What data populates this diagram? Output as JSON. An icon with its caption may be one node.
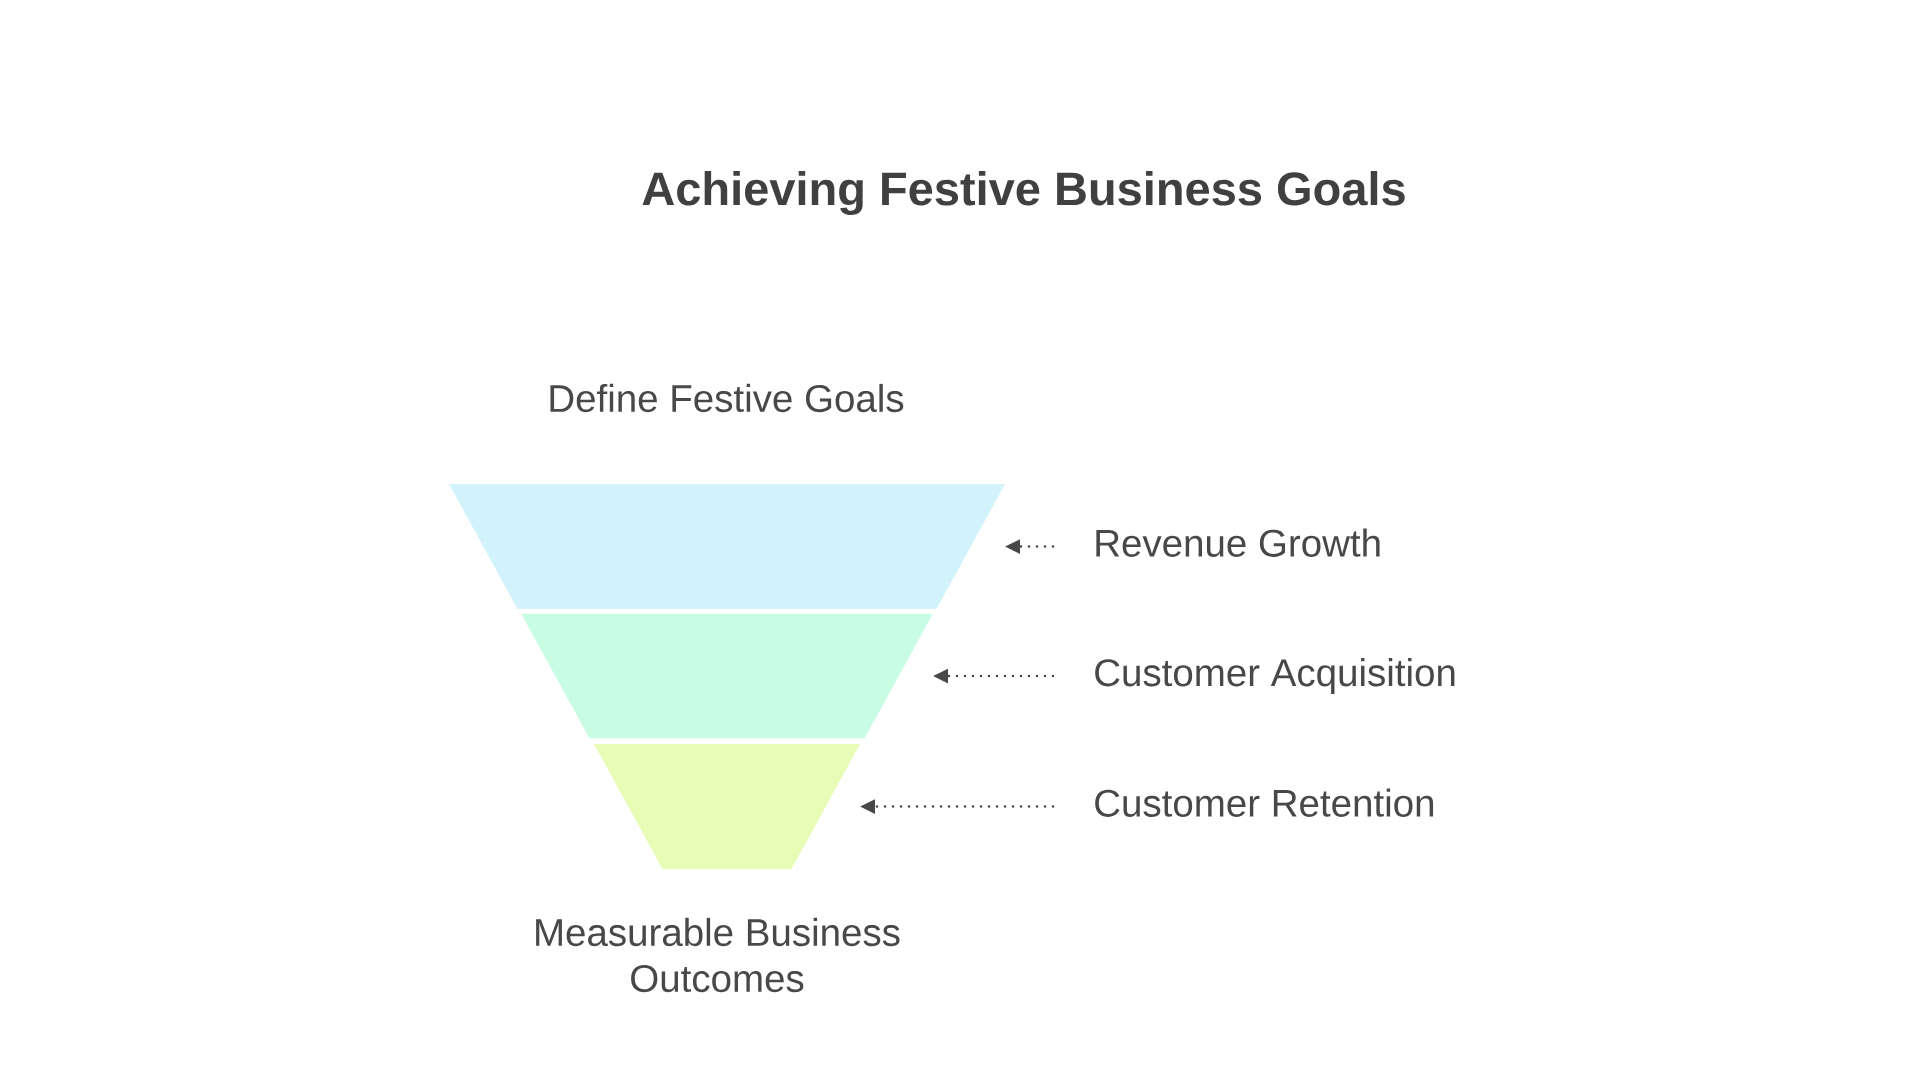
{
  "diagram": {
    "title": "Achieving Festive Business Goals",
    "nodes": [
      {
        "text": [],
        "shape": "trapezoid"
      },
      {
        "text": [],
        "shape": "trapezoid"
      },
      {
        "text": [],
        "shape": "trapezoid"
      },
      {
        "text": [
          "Revenue Growth"
        ]
      },
      {
        "text": [
          "Customer Acquisition"
        ]
      },
      {
        "text": [
          "Customer Retention"
        ]
      }
    ],
    "edges": [
      {
        "from": 3,
        "to": 0,
        "arrow": "to"
      },
      {
        "from": 4,
        "to": 1,
        "arrow": "to"
      },
      {
        "from": 5,
        "to": 2,
        "arrow": "to"
      }
    ],
    "labels": [
      "Define Festive Goals",
      "Measurable Business Outcomes"
    ]
  }
}
